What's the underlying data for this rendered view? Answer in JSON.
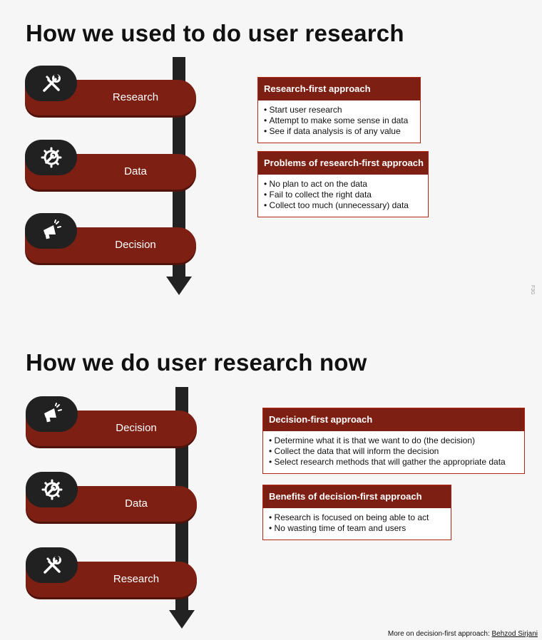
{
  "old": {
    "title": "How we used to do user research",
    "steps": [
      {
        "label": "Research",
        "icon": "tools-icon"
      },
      {
        "label": "Data",
        "icon": "gear-wrench-icon"
      },
      {
        "label": "Decision",
        "icon": "megaphone-icon"
      }
    ],
    "cards": [
      {
        "title": "Research-first approach",
        "items": [
          "Start user research",
          "Attempt to make some sense in data",
          "See if data analysis is of any value"
        ]
      },
      {
        "title": "Problems of research-first approach",
        "items": [
          "No plan to act on the data",
          "Fail to collect the right data",
          "Collect too much (unnecessary) data"
        ]
      }
    ]
  },
  "new": {
    "title": "How we do user research now",
    "steps": [
      {
        "label": "Decision",
        "icon": "megaphone-icon"
      },
      {
        "label": "Data",
        "icon": "gear-wrench-icon"
      },
      {
        "label": "Research",
        "icon": "tools-icon"
      }
    ],
    "cards": [
      {
        "title": "Decision-first approach",
        "items": [
          "Determine what it is that we want to do (the decision)",
          "Collect the data that will inform the decision",
          "Select research methods that will gather the appropriate data"
        ]
      },
      {
        "title": "Benefits of decision-first approach",
        "items": [
          "Research is focused on being able to act",
          "No wasting time of team and users"
        ]
      }
    ]
  },
  "footer": {
    "text": "More on decision-first approach:",
    "link": "Behzod Sirjani"
  },
  "side_mark": "F3G",
  "colors": {
    "accent": "#7e1f13",
    "dark": "#212121",
    "background": "#f6f6f6"
  }
}
